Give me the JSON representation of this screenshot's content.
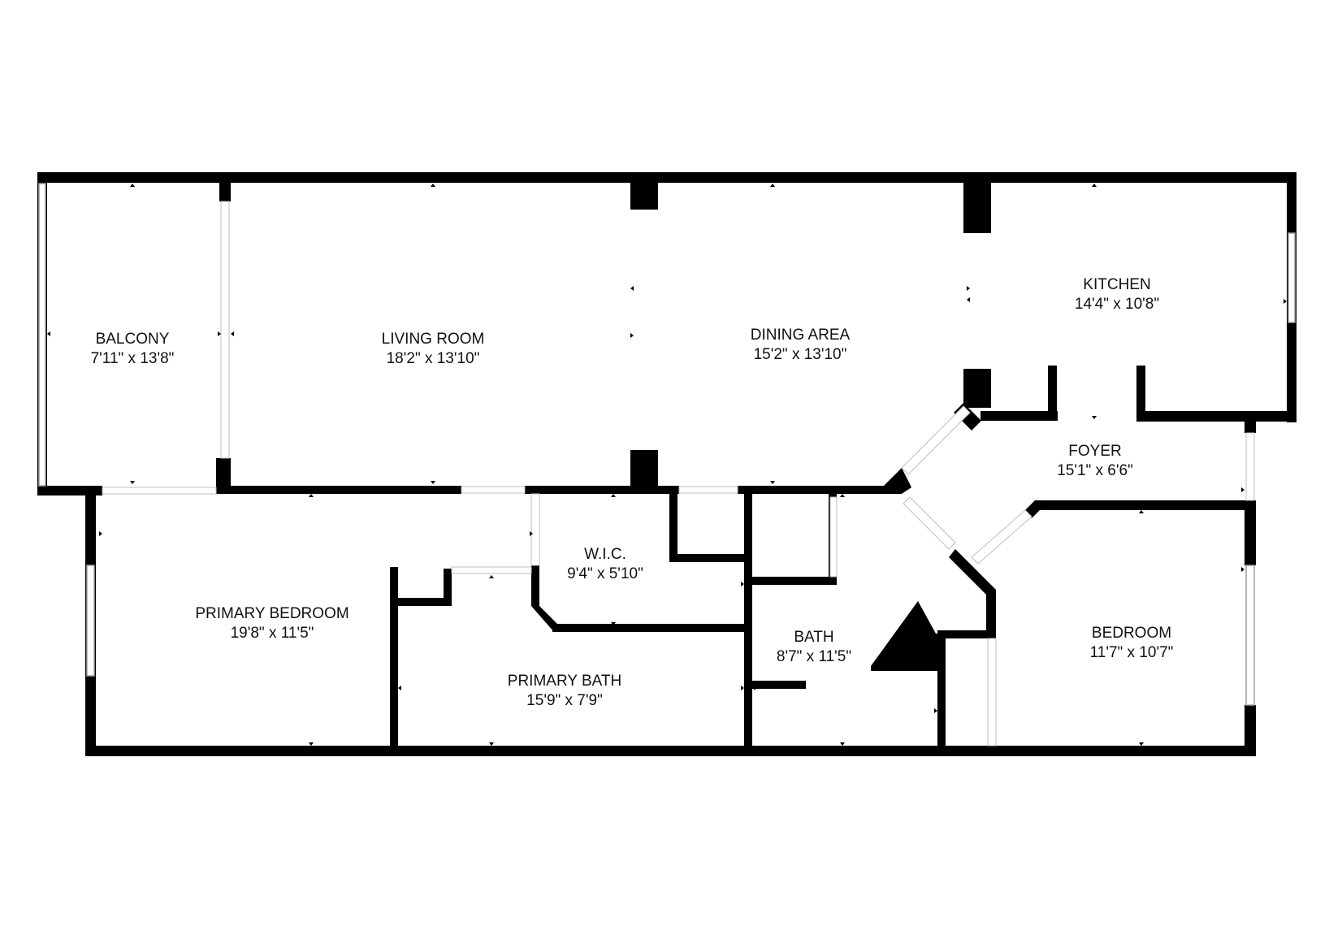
{
  "rooms": [
    {
      "id": "balcony",
      "name": "BALCONY",
      "size": "7'11\" x 13'8\""
    },
    {
      "id": "living-room",
      "name": "LIVING ROOM",
      "size": "18'2\" x 13'10\""
    },
    {
      "id": "dining-area",
      "name": "DINING AREA",
      "size": "15'2\" x 13'10\""
    },
    {
      "id": "kitchen",
      "name": "KITCHEN",
      "size": "14'4\" x 10'8\""
    },
    {
      "id": "foyer",
      "name": "FOYER",
      "size": "15'1\" x 6'6\""
    },
    {
      "id": "wic",
      "name": "W.I.C.",
      "size": "9'4\" x 5'10\""
    },
    {
      "id": "primary-bedroom",
      "name": "PRIMARY BEDROOM",
      "size": "19'8\" x 11'5\""
    },
    {
      "id": "primary-bath",
      "name": "PRIMARY BATH",
      "size": "15'9\" x 7'9\""
    },
    {
      "id": "bath",
      "name": "BATH",
      "size": "8'7\" x 11'5\""
    },
    {
      "id": "bedroom",
      "name": "BEDROOM",
      "size": "11'7\" x 10'7\""
    }
  ],
  "colors": {
    "wall": "#000000",
    "background": "#ffffff",
    "text": "#111111"
  }
}
